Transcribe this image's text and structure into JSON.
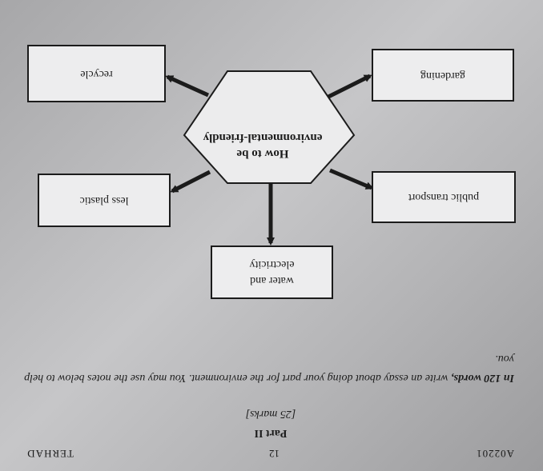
{
  "header": {
    "left": "A02201",
    "page_number": "12",
    "right": "TERHAD"
  },
  "section": {
    "part": "Part II",
    "marks": "[25 marks]"
  },
  "instruction": {
    "word_count": "In 120 words,",
    "text": " write an essay about doing your part for the environment. You may use the notes below to help you."
  },
  "diagram": {
    "center": {
      "line1": "How to be",
      "line2": "environmental-friendly"
    },
    "boxes": {
      "water": {
        "line1": "water and",
        "line2": "electricity"
      },
      "transport": "public transport",
      "plastic": "less plastic",
      "gardening": "gardening",
      "recycle": "recycle"
    }
  }
}
